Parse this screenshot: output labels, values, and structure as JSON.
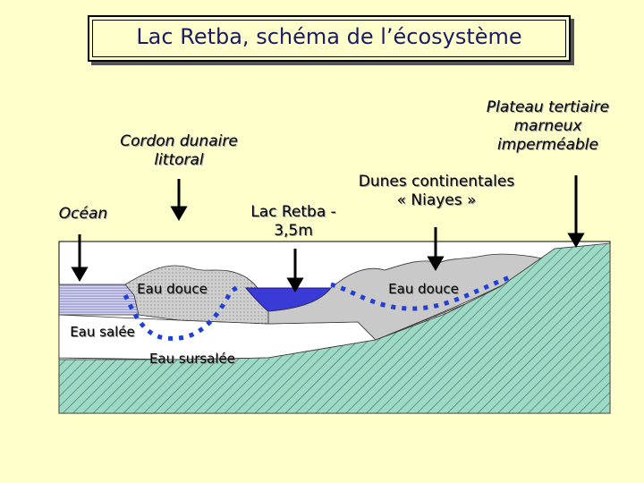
{
  "title": "Lac Retba, schéma de l’écosystème",
  "labels": {
    "plateau_1": "Plateau tertiaire",
    "plateau_2": "marneux",
    "plateau_3": "imperméable",
    "cordon_1": "Cordon dunaire",
    "cordon_2": "littoral",
    "dunes_1": "Dunes continentales",
    "dunes_2": "« Niayes »",
    "ocean": "Océan",
    "lac_1": "Lac Retba -",
    "lac_2": "3,5m",
    "eau_douce_left": "Eau douce",
    "eau_douce_right": "Eau douce",
    "eau_salee": "Eau salée",
    "eau_sursalee": "Eau sursalée"
  },
  "colors": {
    "background": "#ffffcc",
    "title_text": "#1a1a66",
    "plateau_fill": "#9ed9c6",
    "dune_fill": "#c9c9c9",
    "sand_fill": "#ffffff",
    "lake_fill": "#3a3ad6",
    "ocean_fill": "#b8b8e8",
    "water_boundary": "#1f3fd6"
  }
}
